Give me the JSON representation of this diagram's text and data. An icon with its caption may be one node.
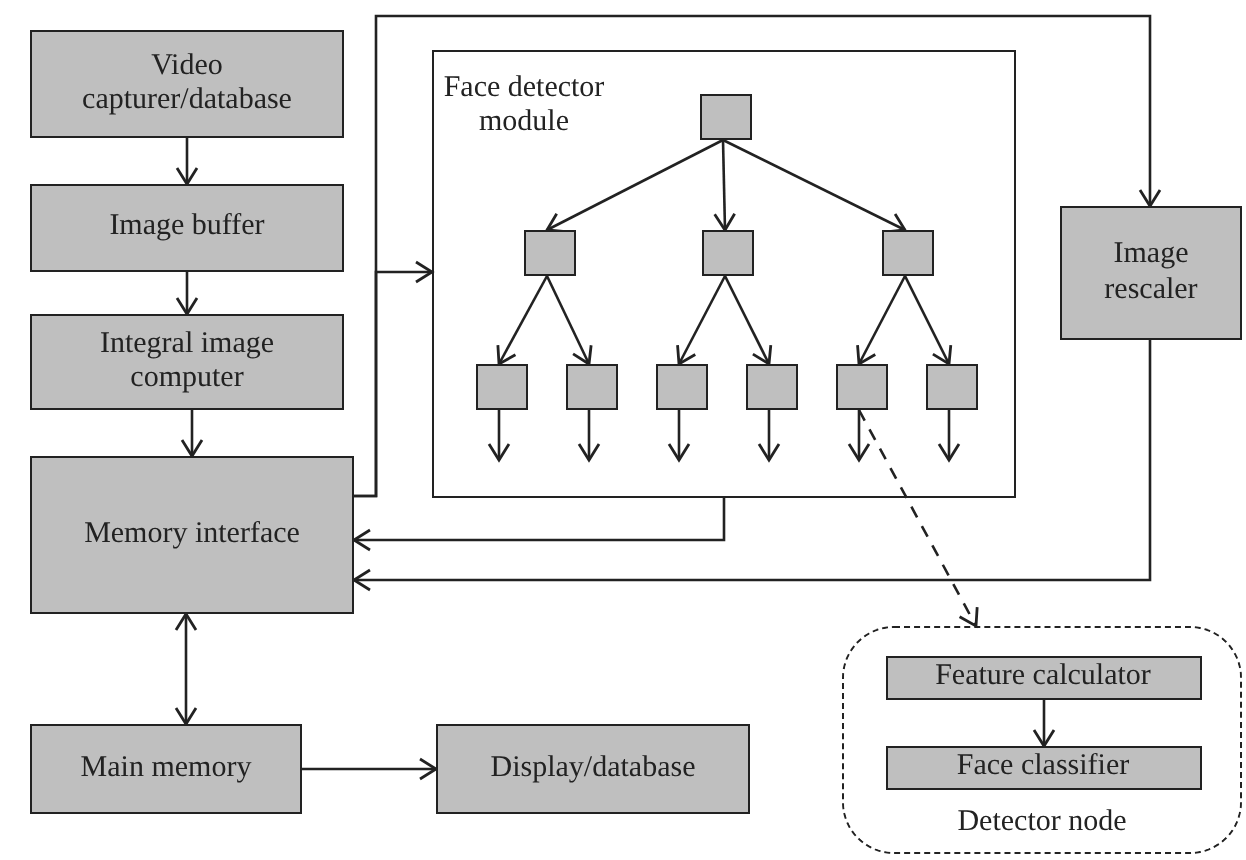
{
  "diagram": {
    "nodes": [
      {
        "text": [
          "Video capturer/database"
        ]
      },
      {
        "text": [
          "Image buffer"
        ]
      },
      {
        "text": [
          "Integral image computer"
        ]
      },
      {
        "text": [
          "Memory interface"
        ]
      },
      {
        "text": [
          "Face detector module"
        ]
      },
      {
        "text": [],
        "shape": "box",
        "in": 4
      },
      {
        "text": [],
        "shape": "box",
        "in": 4
      },
      {
        "text": [],
        "shape": "box",
        "in": 4
      },
      {
        "text": [],
        "shape": "box",
        "in": 4
      },
      {
        "text": [],
        "shape": "box",
        "in": 4
      },
      {
        "text": [],
        "shape": "box",
        "in": 4
      },
      {
        "text": [],
        "shape": "box",
        "in": 4
      },
      {
        "text": [],
        "shape": "box",
        "in": 4
      },
      {
        "text": [],
        "shape": "box",
        "in": 4
      },
      {
        "text": [],
        "shape": "box",
        "in": 4
      },
      {
        "text": [
          "Image rescaler"
        ]
      },
      {
        "text": [
          "Main memory"
        ]
      },
      {
        "text": [
          "Display/database"
        ]
      },
      {
        "text": [
          "Detector node"
        ]
      },
      {
        "text": [
          "Feature calculator"
        ],
        "in": 18
      },
      {
        "text": [
          "Face classifier"
        ],
        "in": 18
      }
    ],
    "edges": [
      {
        "from": 0,
        "to": 1,
        "arrow": "to"
      },
      {
        "from": 1,
        "to": 2,
        "arrow": "to"
      },
      {
        "from": 2,
        "to": 3,
        "arrow": "to"
      },
      {
        "from": 3,
        "to": 4,
        "arrow": "to"
      },
      {
        "from": 3,
        "to": 15,
        "arrow": "to"
      },
      {
        "from": 4,
        "to": 3,
        "arrow": "to"
      },
      {
        "from": 15,
        "to": 3,
        "arrow": "to"
      },
      {
        "from": 3,
        "to": 16,
        "arrow": "both"
      },
      {
        "from": 16,
        "to": 17,
        "arrow": "to"
      },
      {
        "from": 5,
        "to": 6,
        "arrow": "to"
      },
      {
        "from": 5,
        "to": 7,
        "arrow": "to"
      },
      {
        "from": 5,
        "to": 8,
        "arrow": "to"
      },
      {
        "from": 6,
        "to": 9,
        "arrow": "to"
      },
      {
        "from": 6,
        "to": 10,
        "arrow": "to"
      },
      {
        "from": 7,
        "to": 11,
        "arrow": "to"
      },
      {
        "from": 7,
        "to": 12,
        "arrow": "to"
      },
      {
        "from": 8,
        "to": 13,
        "arrow": "to"
      },
      {
        "from": 8,
        "to": 14,
        "arrow": "to"
      },
      {
        "from": 9,
        "to": null,
        "arrow": "to"
      },
      {
        "from": 10,
        "to": null,
        "arrow": "to"
      },
      {
        "from": 11,
        "to": null,
        "arrow": "to"
      },
      {
        "from": 12,
        "to": null,
        "arrow": "to"
      },
      {
        "from": 13,
        "to": null,
        "arrow": "to"
      },
      {
        "from": 14,
        "to": null,
        "arrow": "to"
      },
      {
        "from": 13,
        "to": 18,
        "arrow": "to",
        "style": "dashed"
      },
      {
        "from": 19,
        "to": 20,
        "arrow": "to"
      }
    ]
  }
}
